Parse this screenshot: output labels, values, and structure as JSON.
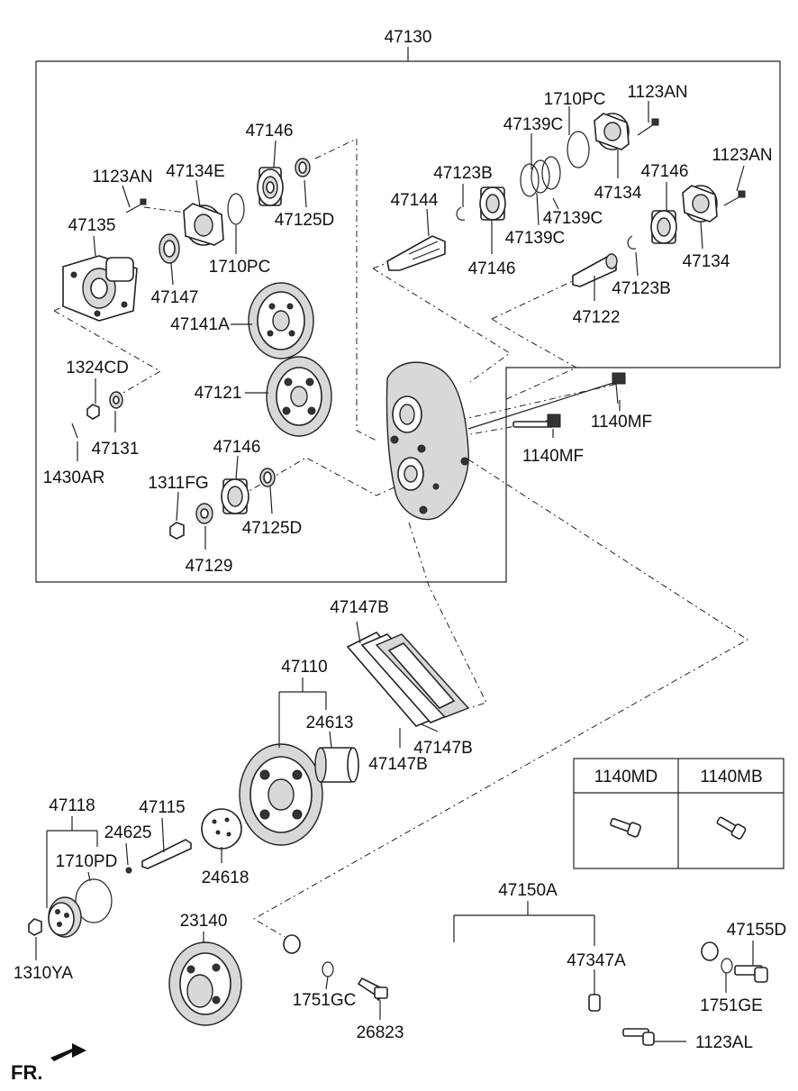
{
  "labels": {
    "p47130": "47130",
    "p1710PC_a": "1710PC",
    "p1123AN_a": "1123AN",
    "p47139C_a": "47139C",
    "p47146_a": "47146",
    "p47123B_a": "47123B",
    "p1123AN_b": "1123AN",
    "p47134E": "47134E",
    "p1123AN_c": "1123AN",
    "p47146_b": "47146",
    "p47134_a": "47134",
    "p47144": "47144",
    "p47139C_b": "47139C",
    "p47135": "47135",
    "p47125D_a": "47125D",
    "p47139C_c": "47139C",
    "p47146_c": "47146",
    "p47134_b": "47134",
    "p1710PC_b": "1710PC",
    "p47147": "47147",
    "p47123B_b": "47123B",
    "p47141A": "47141A",
    "p47122": "47122",
    "p1324CD": "1324CD",
    "p47121": "47121",
    "p1140MF_a": "1140MF",
    "p47131": "47131",
    "p1140MF_b": "1140MF",
    "p47146_d": "47146",
    "p1430AR": "1430AR",
    "p1311FG": "1311FG",
    "p47125D_b": "47125D",
    "p47129": "47129",
    "p47147B_a": "47147B",
    "p47110": "47110",
    "p24613": "24613",
    "p47147B_b": "47147B",
    "p47147B_c": "47147B",
    "p47118": "47118",
    "p47115": "47115",
    "p24625": "24625",
    "p1710PD": "1710PD",
    "p24618": "24618",
    "p1310YA": "1310YA",
    "p23140": "23140",
    "p47150A": "47150A",
    "p47347A": "47347A",
    "p47155D": "47155D",
    "p1751GC": "1751GC",
    "p1751GE": "1751GE",
    "p26823": "26823",
    "p1123AL": "1123AL"
  },
  "table": {
    "col1": "1140MD",
    "col2": "1140MB"
  },
  "direction": "FR."
}
